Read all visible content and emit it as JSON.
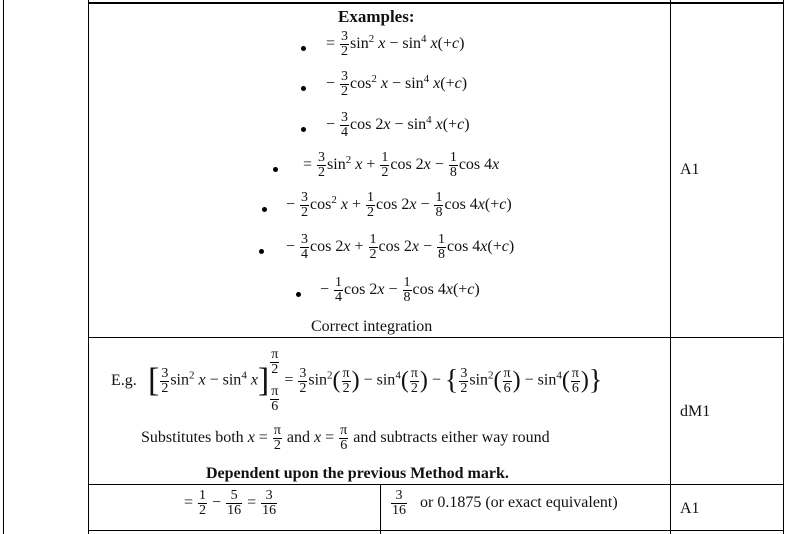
{
  "section_a": {
    "heading": "Examples:",
    "mark": "A1",
    "footer": "Correct integration"
  },
  "section_b": {
    "eg_label": "E.g.",
    "substitutes_prefix": "Substitutes both",
    "and_word": "and",
    "substitutes_suffix": "and subtracts either way round",
    "dependent_note": "Dependent upon the previous Method mark.",
    "mark": "dM1"
  },
  "section_c": {
    "result_text": "or 0.1875 (or exact equivalent)",
    "mark": "A1"
  }
}
